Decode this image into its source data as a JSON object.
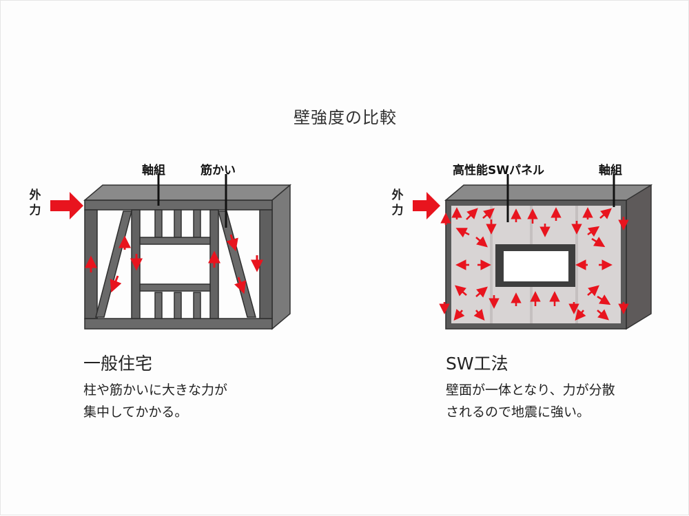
{
  "title": "壁強度の比較",
  "left": {
    "force_label": [
      "外",
      "力"
    ],
    "label_frame": "軸組",
    "label_brace": "筋かい",
    "caption_title": "一般住宅",
    "caption_lines": [
      "柱や筋かいに大きな力が",
      "集中してかかる。"
    ]
  },
  "right": {
    "force_label": [
      "外",
      "力"
    ],
    "label_panel": "高性能SWパネル",
    "label_frame": "軸組",
    "caption_title": "SW工法",
    "caption_lines": [
      "壁面が一体となり、力が分散",
      "されるので地震に強い。"
    ]
  },
  "colors": {
    "frame": "#5b5b5b",
    "frame_dark": "#3a3a3a",
    "panel": "#d8d4d4",
    "arrow": "#e8141e"
  },
  "icons": {
    "force_arrow": "red-right-arrow"
  }
}
